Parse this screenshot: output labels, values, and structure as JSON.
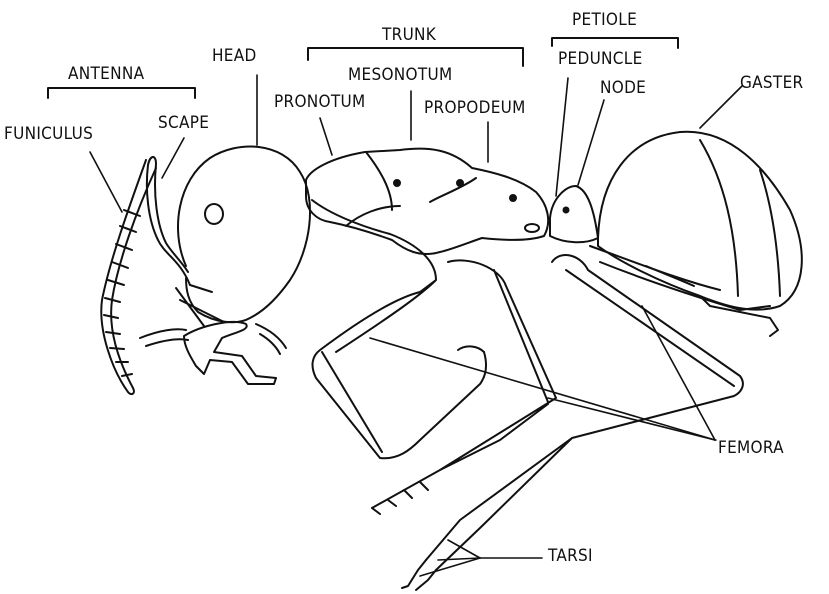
{
  "labels": {
    "antenna": "ANTENNA",
    "funiculus": "FUNICULUS",
    "scape": "SCAPE",
    "head": "HEAD",
    "trunk": "TRUNK",
    "mesonotum": "MESONOTUM",
    "pronotum": "PRONOTUM",
    "propodeum": "PROPODEUM",
    "petiole": "PETIOLE",
    "peduncle": "PEDUNCLE",
    "node": "NODE",
    "gaster": "GASTER",
    "femora": "FEMORA",
    "tarsi": "TARSI"
  },
  "colors": {
    "ink": "#111111",
    "paper": "#ffffff"
  }
}
